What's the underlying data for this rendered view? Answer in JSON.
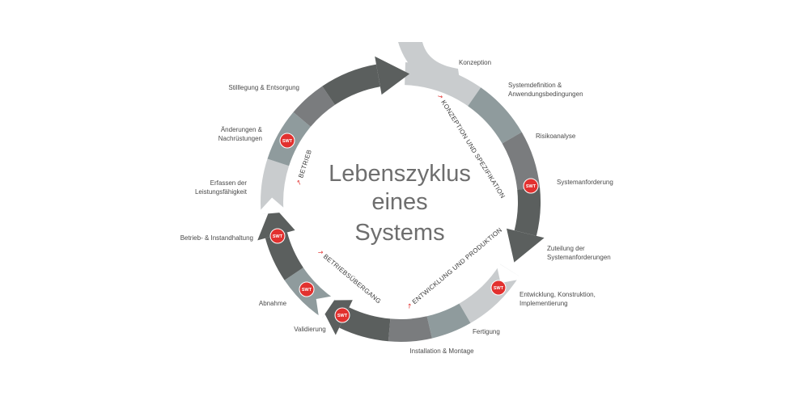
{
  "title_lines": [
    "Lebenszyklus",
    "eines",
    "Systems"
  ],
  "phases": [
    {
      "text": "KONZEPTION UND SPEZIFIKATION",
      "arrow": "↗"
    },
    {
      "text": "ENTWICKLUNG UND PRODUKTION",
      "arrow": "↗"
    },
    {
      "text": "BETRIEBSÜBERGANG",
      "arrow": "↗"
    },
    {
      "text": "BETRIEB",
      "arrow": "↗"
    }
  ],
  "stages": [
    {
      "label": [
        "Konzeption"
      ],
      "color": "#c9ccce",
      "swt": false
    },
    {
      "label": [
        "Systemdefinition &",
        "Anwendungsbedingungen"
      ],
      "color": "#8f9b9d",
      "swt": false
    },
    {
      "label": [
        "Risikoanalyse"
      ],
      "color": "#7a7c7e",
      "swt": false
    },
    {
      "label": [
        "Systemanforderung"
      ],
      "color": "#5b5f5e",
      "swt": true
    },
    {
      "label": [
        "Zuteilung der",
        "Systemanforderungen"
      ],
      "color": "#c9ccce",
      "swt": false
    },
    {
      "label": [
        "Entwicklung, Konstruktion,",
        "Implementierung"
      ],
      "color": "#8f9b9d",
      "swt": true
    },
    {
      "label": [
        "Fertigung"
      ],
      "color": "#7a7c7e",
      "swt": false
    },
    {
      "label": [
        "Installation & Montage"
      ],
      "color": "#5b5f5e",
      "swt": false
    },
    {
      "label": [
        "Validierung"
      ],
      "color": "#8f9b9d",
      "swt": true
    },
    {
      "label": [
        "Abnahme"
      ],
      "color": "#5b5f5e",
      "swt": true
    },
    {
      "label": [
        "Betrieb- & Instandhaltung"
      ],
      "color": "#c9ccce",
      "swt": true
    },
    {
      "label": [
        "Erfassen der",
        "Leistungsfähigkeit"
      ],
      "color": "#8f9b9d",
      "swt": false
    },
    {
      "label": [
        "Änderungen &",
        "Nachrüstungen"
      ],
      "color": "#7a7c7e",
      "swt": true
    },
    {
      "label": [
        "Stilllegung & Entsorgung"
      ],
      "color": "#5b5f5e",
      "swt": false
    }
  ],
  "badge_text": "SWT",
  "colors": {
    "badge": "#e2312f",
    "light": "#c9ccce",
    "teal": "#8f9b9d",
    "mid": "#7a7c7e",
    "dark": "#5b5f5e"
  }
}
